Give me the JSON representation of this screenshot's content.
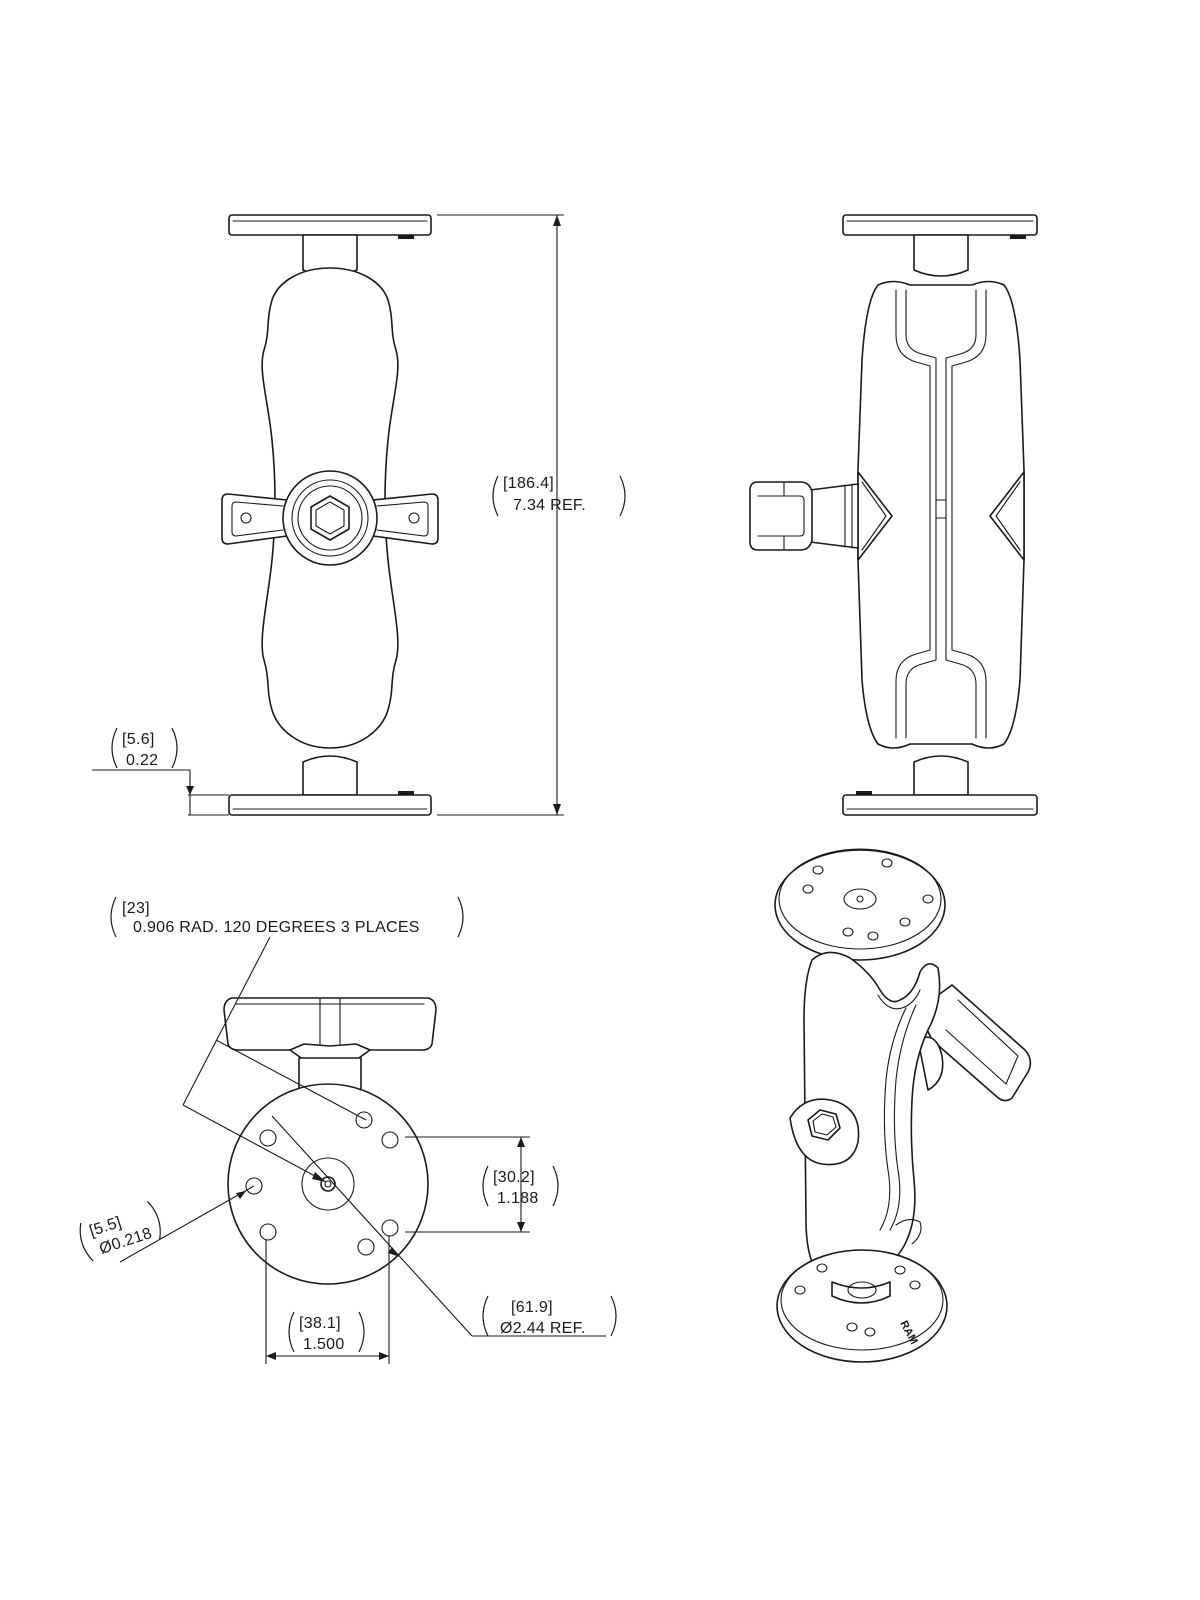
{
  "dimensions": {
    "overall_height": {
      "metric": "186.4",
      "imperial": "7.34 REF."
    },
    "base_thickness": {
      "metric": "5.6",
      "imperial": "0.22"
    },
    "hole_radius": {
      "metric": "23",
      "imperial": "0.906 RAD. 120 DEGREES 3 PLACES"
    },
    "hole_diameter": {
      "metric": "5.5",
      "imperial": "Ø0.218"
    },
    "hole_spacing_vertical": {
      "metric": "30.2",
      "imperial": "1.188"
    },
    "hole_spacing_horizontal": {
      "metric": "38.1",
      "imperial": "1.500"
    },
    "base_diameter": {
      "metric": "61.9",
      "imperial": "Ø2.44 REF."
    }
  },
  "logo": {
    "text": "RAM"
  },
  "colors": {
    "line": "#1a1a1a",
    "background": "#ffffff"
  }
}
